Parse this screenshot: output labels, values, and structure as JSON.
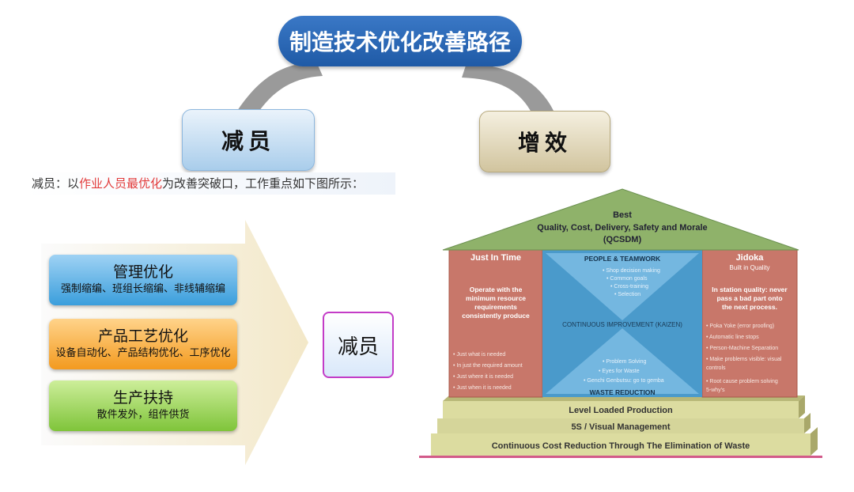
{
  "title": "制造技术优化改善路径",
  "left_branch": "减员",
  "right_branch": "增效",
  "description": {
    "prefix": "减员：以",
    "highlight": "作业人员最优化",
    "suffix": "为改善突破口，工作重点如下图所示："
  },
  "measures": [
    {
      "title": "管理优化",
      "detail": "强制缩编、班组长缩编、非线辅缩编"
    },
    {
      "title": "产品工艺优化",
      "detail": "设备自动化、产品结构优化、工序优化"
    },
    {
      "title": "生产扶持",
      "detail": "散件发外，组件供货"
    }
  ],
  "arrow_target": "减员",
  "house": {
    "roof": [
      "Best",
      "Quality, Cost, Delivery, Safety and Morale",
      "(QCSDM)"
    ],
    "left_pillar": {
      "title": "Just In Time",
      "desc": [
        "Operate with the",
        "minimum resource",
        "requirements",
        "consistently produce"
      ],
      "bullets": [
        "• Just what is needed",
        "• In just the required amount",
        "• Just where it is needed",
        "• Just when it is needed"
      ]
    },
    "right_pillar": {
      "title": "Jidoka",
      "subtitle": "Built in Quality",
      "desc": [
        "In station quality: never",
        "pass a bad part onto",
        "the next process."
      ],
      "bullets": [
        "• Poka Yoke (error proofing)",
        "• Automatic line stops",
        "• Person-Machine Separation",
        "• Make problems visible: visual",
        "  controls",
        "• Root cause problem solving",
        "  5-why's"
      ]
    },
    "center": {
      "top": "PEOPLE & TEAMWORK",
      "top_items": [
        "• Shop decision making",
        "• Common goals",
        "• Cross-training",
        "• Selection"
      ],
      "middle": "CONTINUOUS IMPROVEMENT (KAIZEN)",
      "bottom_items": [
        "• Problem Solving",
        "• Eyes for Waste",
        "• Genchi Genbutsu: go to gemba"
      ],
      "bottom": "WASTE REDUCTION"
    },
    "steps": [
      "Level Loaded Production",
      "5S / Visual Management",
      "Continuous Cost Reduction Through The Elimination of Waste"
    ]
  },
  "colors": {
    "title_blue": "#2a69b8",
    "roof_green": "#8fb26a",
    "pillar_red": "#c8776a",
    "center_blue": "#4a9acb",
    "step_yellow": "#dcdca0"
  }
}
